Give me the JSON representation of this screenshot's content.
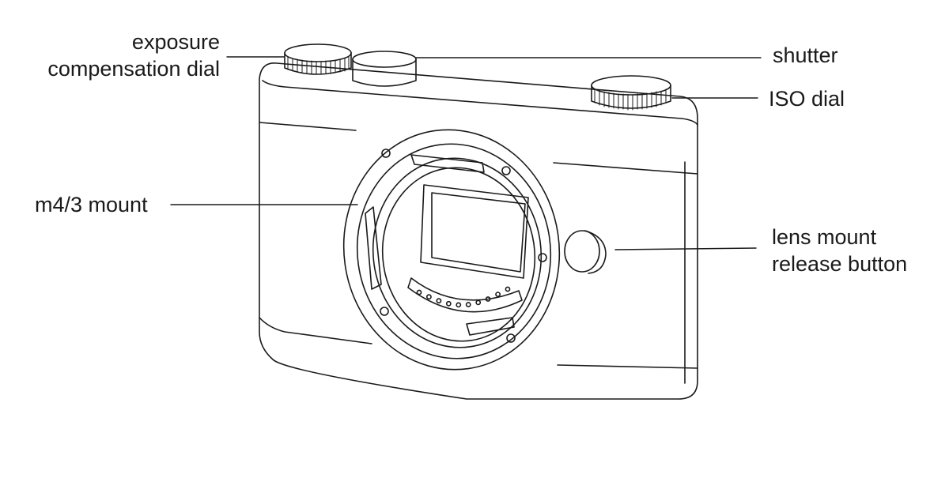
{
  "labels": {
    "exposure_line1": "exposure",
    "exposure_line2": "compensation dial",
    "shutter": "shutter",
    "iso_dial": "ISO dial",
    "mount": "m4/3 mount",
    "release_line1": "lens mount",
    "release_line2": "release button"
  },
  "colors": {
    "line": "#1a1a1a",
    "background": "#ffffff"
  },
  "contact_pins": 10
}
